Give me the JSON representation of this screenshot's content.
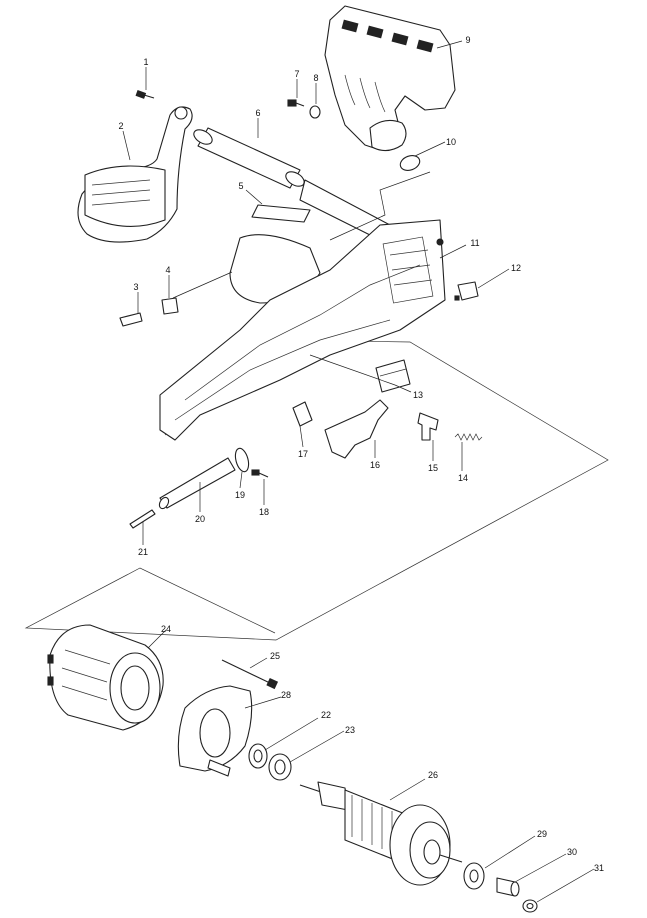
{
  "part_labels": [
    "1",
    "2",
    "3",
    "4",
    "5",
    "6",
    "7",
    "8",
    "9",
    "10",
    "11",
    "12",
    "13",
    "14",
    "15",
    "16",
    "17",
    "18",
    "19",
    "20",
    "21",
    "22",
    "23",
    "24",
    "25",
    "26",
    "28",
    "29",
    "30",
    "31"
  ]
}
